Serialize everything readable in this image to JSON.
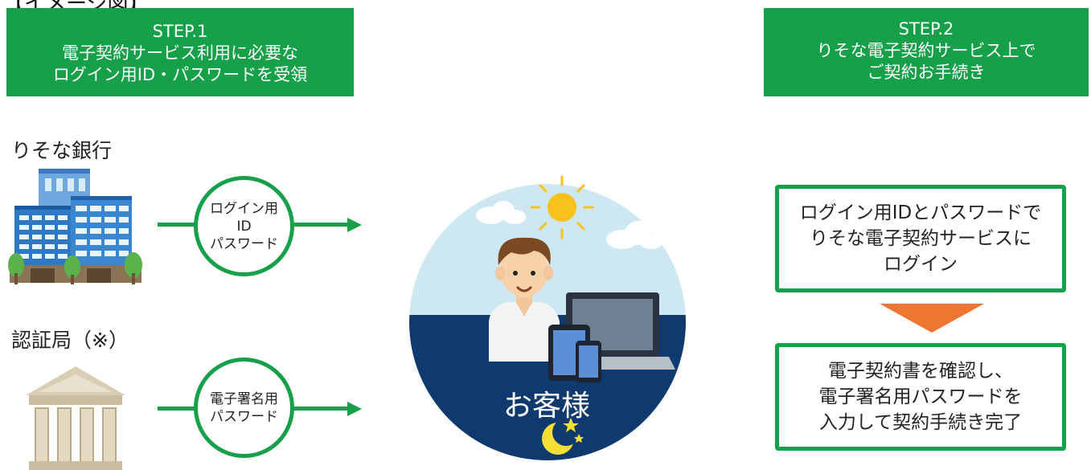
{
  "heading": "【イメージ図】",
  "step1": {
    "label": "STEP.1",
    "line1": "電子契約サービス利用に必要な",
    "line2": "ログイン用ID・パスワードを受領"
  },
  "step2": {
    "label": "STEP.2",
    "line1": "りそな電子契約サービス上で",
    "line2": "ご契約お手続き"
  },
  "bank": {
    "label": "りそな銀行",
    "icon": "office-building-icon",
    "circle_lines": [
      "ログイン用",
      "ID",
      "パスワード"
    ]
  },
  "certificate_authority": {
    "label": "認証局（※）",
    "icon": "classical-building-icon",
    "circle_lines": [
      "電子署名用",
      "パスワード"
    ]
  },
  "customer": {
    "label": "お客様",
    "icons": [
      "sun-icon",
      "cloud-icon",
      "person-icon",
      "laptop-icon",
      "tablet-icon",
      "smartphone-icon",
      "moon-icon",
      "star-icon"
    ]
  },
  "flow": {
    "box1_lines": [
      "ログイン用IDとパスワードで",
      "りそな電子契約サービスに",
      "ログイン"
    ],
    "box2_lines": [
      "電子契約書を確認し、",
      "電子署名用パスワードを",
      "入力して契約手続き完了"
    ],
    "arrow_icon": "triangle-down-icon"
  },
  "colors": {
    "accent_green": "#16a04a",
    "arrow_orange": "#ee7633",
    "sky": "#cde8f3",
    "night": "#0f3a6e"
  }
}
